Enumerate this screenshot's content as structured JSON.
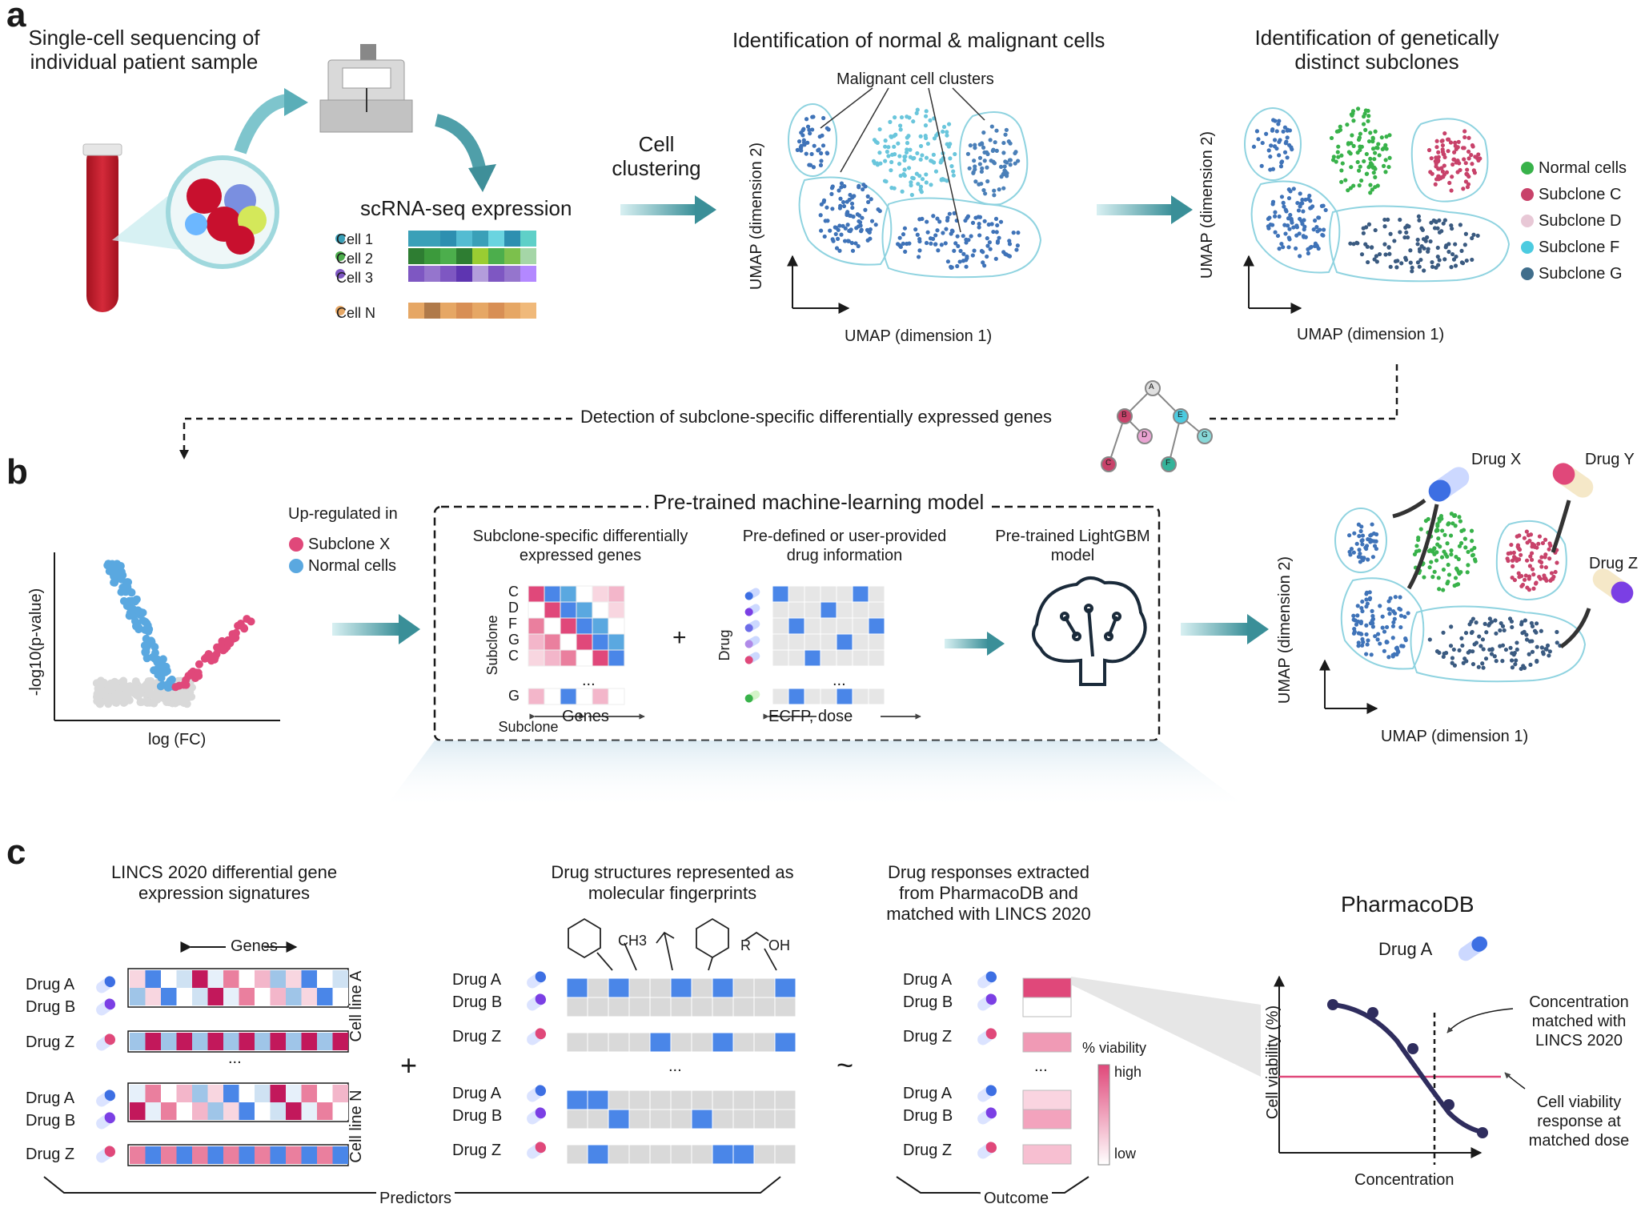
{
  "panels": {
    "a": "a",
    "b": "b",
    "c": "c"
  },
  "a": {
    "step1": "Single-cell sequencing of individual patient sample",
    "scrna": "scRNA-seq expression",
    "cells": [
      "Cell 1",
      "Cell 2",
      "Cell 3",
      "Cell N"
    ],
    "cell_clustering": "Cell clustering",
    "id_normal": "Identification of normal & malignant cells",
    "malignant_clusters": "Malignant cell clusters",
    "id_subclones": "Identification of genetically distinct subclones",
    "umap_x": "UMAP (dimension 1)",
    "umap_y": "UMAP (dimension 2)",
    "legend": [
      "Normal cells",
      "Subclone C",
      "Subclone D",
      "Subclone F",
      "Subclone G"
    ],
    "detection": "Detection of subclone-specific differentially expressed genes",
    "tree_nodes": [
      "A",
      "B",
      "D",
      "C",
      "E",
      "G",
      "F"
    ]
  },
  "b": {
    "upregulated": "Up-regulated in",
    "volcano_legend": [
      "Subclone X",
      "Normal cells"
    ],
    "volcano_y": "-log10(p-value)",
    "volcano_x": "log (FC)",
    "model_title": "Pre-trained machine-learning model",
    "deg_title": "Subclone-specific differentially expressed genes",
    "drug_info_title": "Pre-defined or user-provided drug information",
    "lightgbm": "Pre-trained LightGBM model",
    "subclone_rows": [
      "C",
      "D",
      "F",
      "G",
      "C",
      "G"
    ],
    "subclone_label": "Subclone",
    "genes_label": "Genes",
    "drug_label": "Drug",
    "ecfp_label": "ECFP, dose",
    "plus": "+",
    "ellipsis": "...",
    "drugs": [
      "Drug X",
      "Drug Y",
      "Drug Z"
    ]
  },
  "c": {
    "lincs_title": "LINCS 2020 differential gene expression signatures",
    "genes": "Genes",
    "cell_line_a": "Cell line A",
    "cell_line_n": "Cell line N",
    "drug_labels": [
      "Drug A",
      "Drug B",
      "Drug Z"
    ],
    "fp_title": "Drug structures represented as molecular fingerprints",
    "ch3": "CH3",
    "oh": "OH",
    "r": "R",
    "resp_title": "Drug responses extracted from PharmacoDB and matched with LINCS 2020",
    "viability": "% viability",
    "high": "high",
    "low": "low",
    "predictors": "Predictors",
    "outcome": "Outcome",
    "plus": "+",
    "tilde": "~",
    "ellipsis": "...",
    "pharmacodb": "PharmacoDB",
    "drug_a": "Drug A",
    "cell_viability": "Cell viability (%)",
    "concentration": "Concentration",
    "conc_matched": "Concentration matched with LINCS 2020",
    "viability_response": "Cell viability response at matched dose"
  },
  "colors": {
    "teal": "#3a9aa5",
    "blue": "#4a86e8",
    "pink": "#e0487a",
    "green": "#38b24a",
    "navy": "#2f2d5e",
    "cluster_outline": "#8fd3e0"
  }
}
